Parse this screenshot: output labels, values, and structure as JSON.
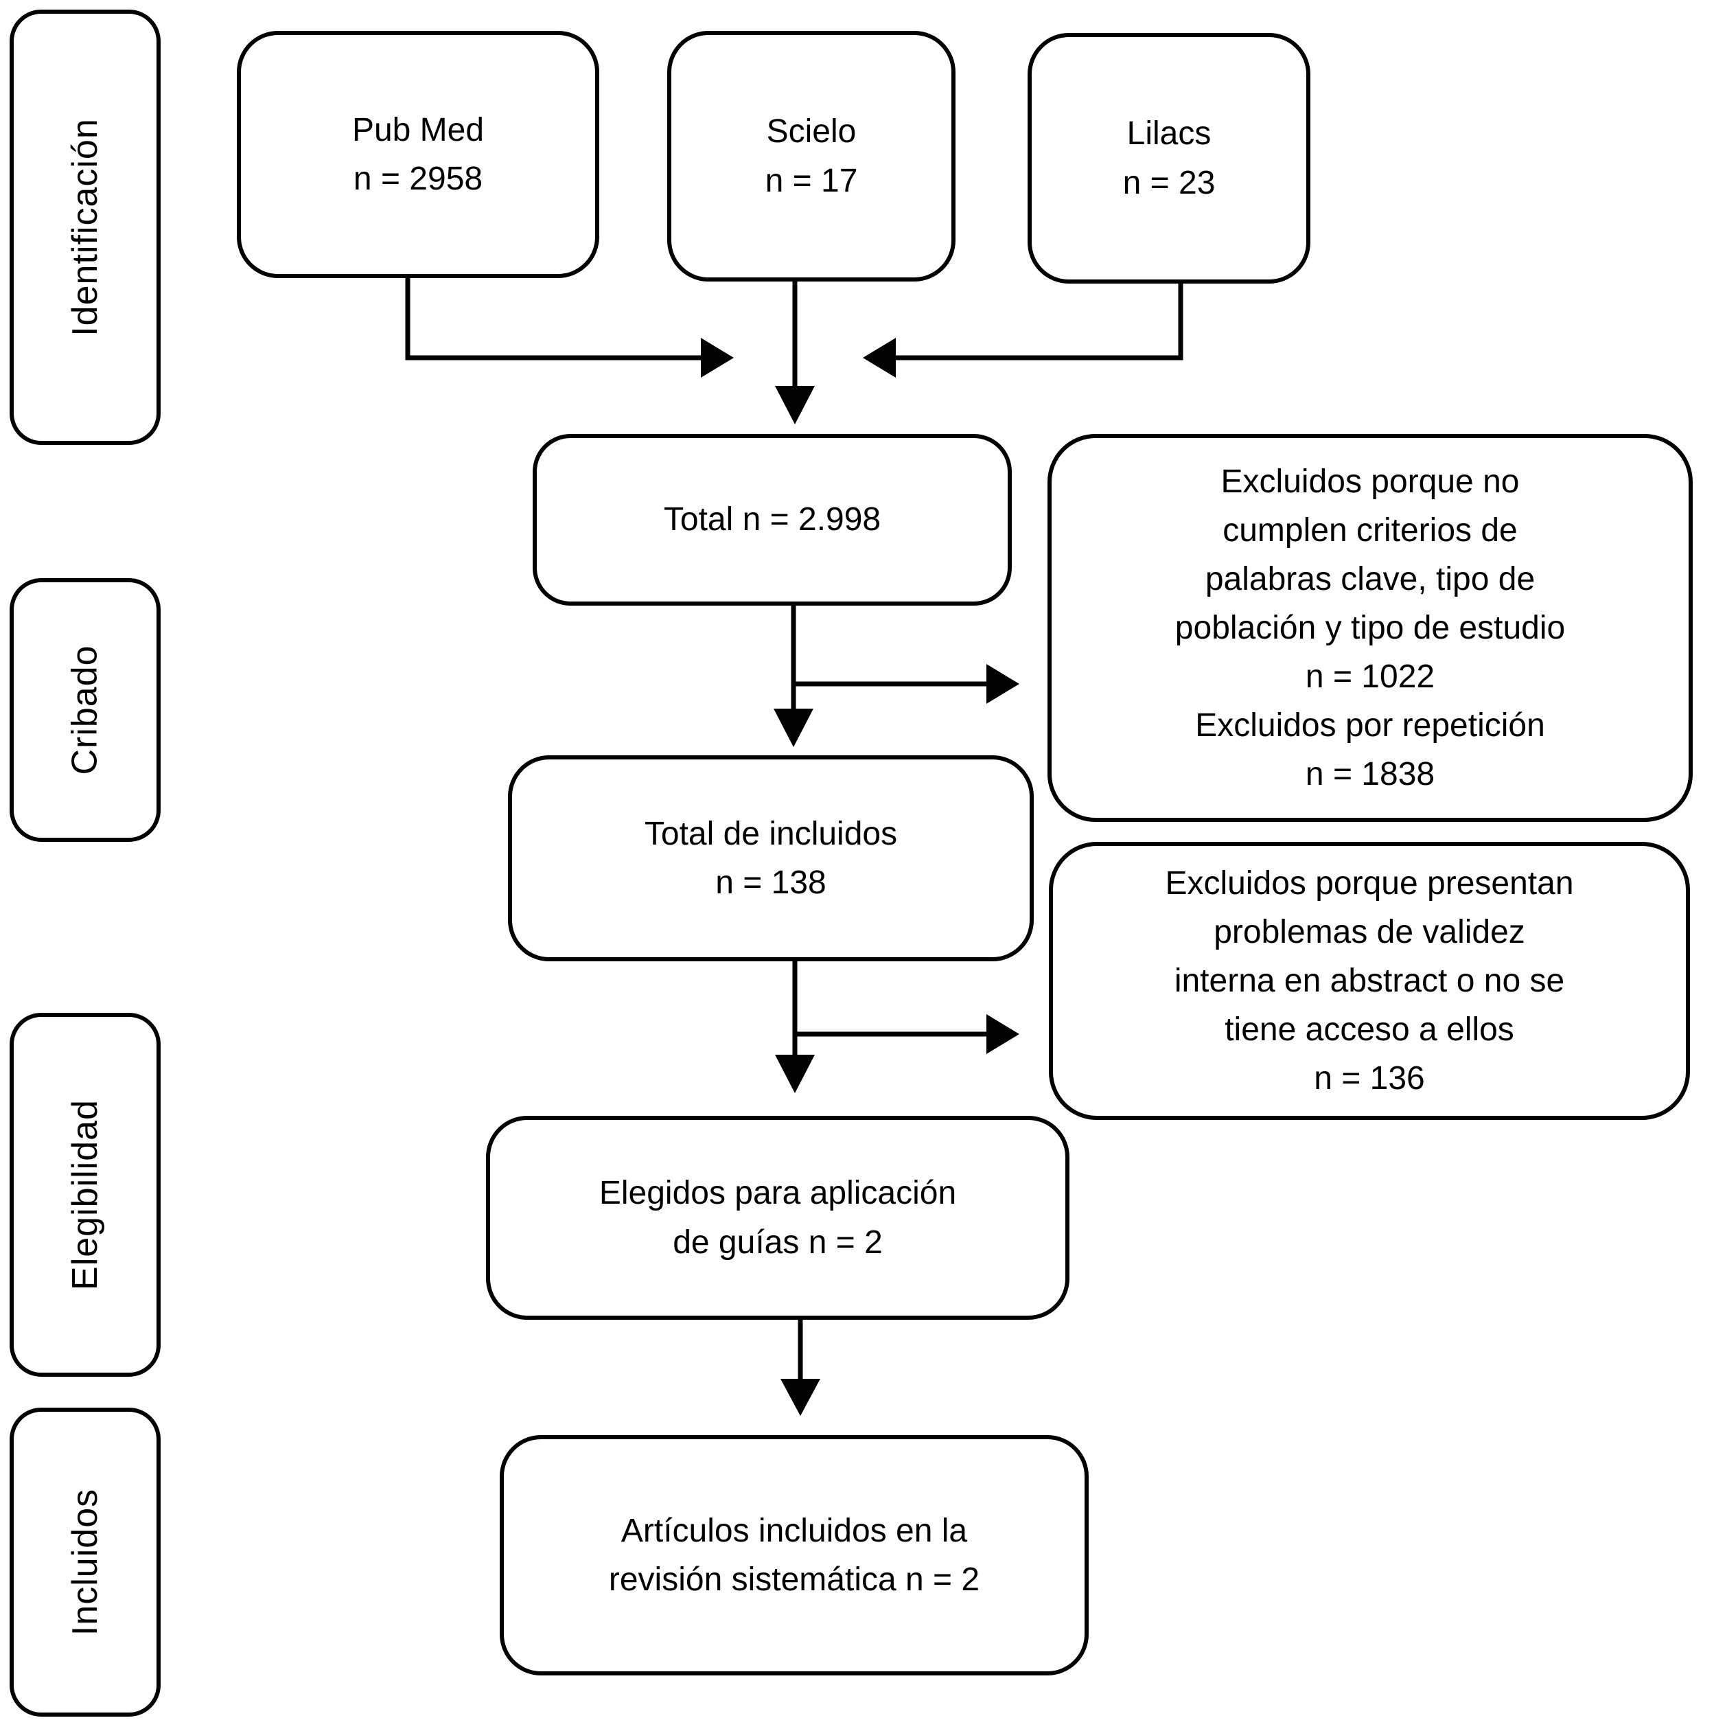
{
  "stages": [
    {
      "id": "identificacion",
      "label": "Identificación"
    },
    {
      "id": "cribado",
      "label": "Cribado"
    },
    {
      "id": "elegibilidad",
      "label": "Elegibilidad"
    },
    {
      "id": "incluidos",
      "label": "Incluidos"
    }
  ],
  "boxes": {
    "pubmed": {
      "lines": [
        "Pub Med",
        "n = 2958"
      ]
    },
    "scielo": {
      "lines": [
        "Scielo",
        "n = 17"
      ]
    },
    "lilacs": {
      "lines": [
        "Lilacs",
        "n = 23"
      ]
    },
    "total": {
      "lines": [
        "Total n = 2.998"
      ]
    },
    "excluded_screening": {
      "lines": [
        "Excluidos porque no",
        "cumplen criterios de",
        "palabras clave, tipo de",
        "población y tipo de estudio",
        "n = 1022",
        "Excluidos por repetición",
        "n = 1838"
      ]
    },
    "total_included": {
      "lines": [
        "Total de incluidos",
        "n = 138"
      ]
    },
    "excluded_eligibility": {
      "lines": [
        "Excluidos porque presentan",
        "problemas de validez",
        "interna en abstract o no se",
        "tiene acceso a ellos",
        "n = 136"
      ]
    },
    "chosen_for_guidelines": {
      "lines": [
        "Elegidos para aplicación",
        "de guías n = 2"
      ]
    },
    "included_in_review": {
      "lines": [
        "Artículos incluidos en la",
        "revisión sistemática n = 2"
      ]
    }
  },
  "colors": {
    "line": "#000000",
    "text": "#000000",
    "background": "#ffffff"
  }
}
